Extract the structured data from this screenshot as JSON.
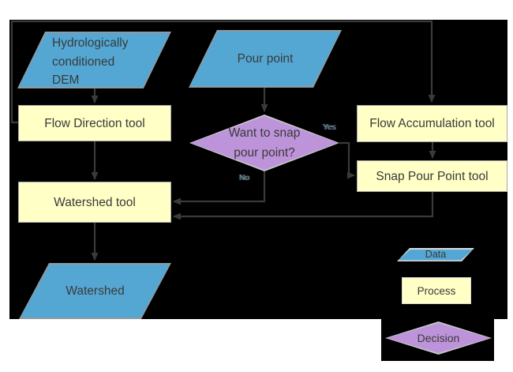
{
  "nodes": {
    "dem": {
      "line1": "Hydrologically",
      "line2": "conditioned",
      "line3": "DEM"
    },
    "pour_point": {
      "label": "Pour point"
    },
    "flow_direction": {
      "label": "Flow Direction tool"
    },
    "flow_accumulation": {
      "label": "Flow Accumulation tool"
    },
    "snap_pour_point": {
      "label": "Snap Pour Point tool"
    },
    "decision": {
      "line1": "Want to snap",
      "line2": "pour point?"
    },
    "watershed_tool": {
      "label": "Watershed tool"
    },
    "watershed_output": {
      "label": "Watershed"
    }
  },
  "edge_labels": {
    "yes": "Yes",
    "no": "No"
  },
  "legend": {
    "data": "Data",
    "process": "Process",
    "decision": "Decision"
  },
  "colors": {
    "background": "#000000",
    "data_fill": "#54a7d3",
    "process_fill": "#ffffc6",
    "decision_fill": "#bd93d9",
    "connector": "#3a3a3a"
  }
}
